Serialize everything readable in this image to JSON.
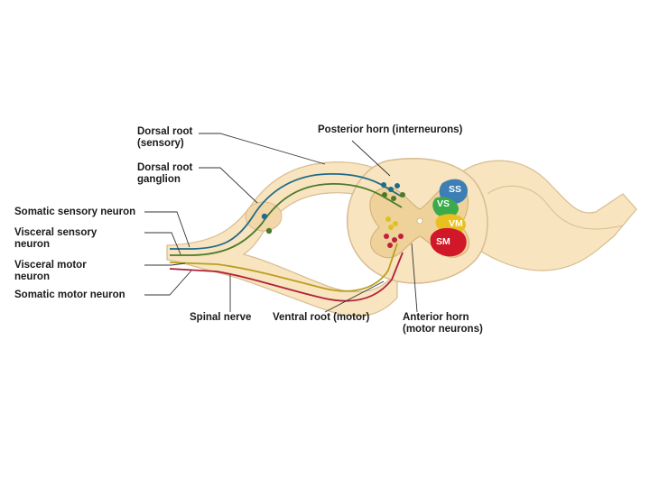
{
  "labels": {
    "dorsal_root": "Dorsal root",
    "dorsal_root_sub": "(sensory)",
    "dorsal_root_ganglion": "Dorsal root",
    "dorsal_root_ganglion_sub": "ganglion",
    "somatic_sensory": "Somatic sensory neuron",
    "visceral_sensory": "Visceral sensory",
    "visceral_sensory_sub": "neuron",
    "visceral_motor": "Visceral motor",
    "visceral_motor_sub": "neuron",
    "somatic_motor": "Somatic motor neuron",
    "posterior_horn": "Posterior horn (interneurons)",
    "spinal_nerve": "Spinal nerve",
    "ventral_root": "Ventral root (motor)",
    "anterior_horn": "Anterior horn",
    "anterior_horn_sub": "(motor neurons)"
  },
  "regions": {
    "ss": "SS",
    "vs": "VS",
    "vm": "VM",
    "sm": "SM"
  },
  "colors": {
    "nerve_fill": "#f8e4bf",
    "nerve_stroke": "#d8bc90",
    "gray_matter": "#efd29a",
    "somatic_sensory": "#1f6b8a",
    "visceral_sensory": "#4a7a2a",
    "visceral_motor": "#b8a020",
    "somatic_motor": "#b0203a",
    "ss_region": "#3d7fb5",
    "vs_region": "#3aaa4a",
    "vm_region": "#e8c020",
    "sm_region": "#d01828"
  }
}
